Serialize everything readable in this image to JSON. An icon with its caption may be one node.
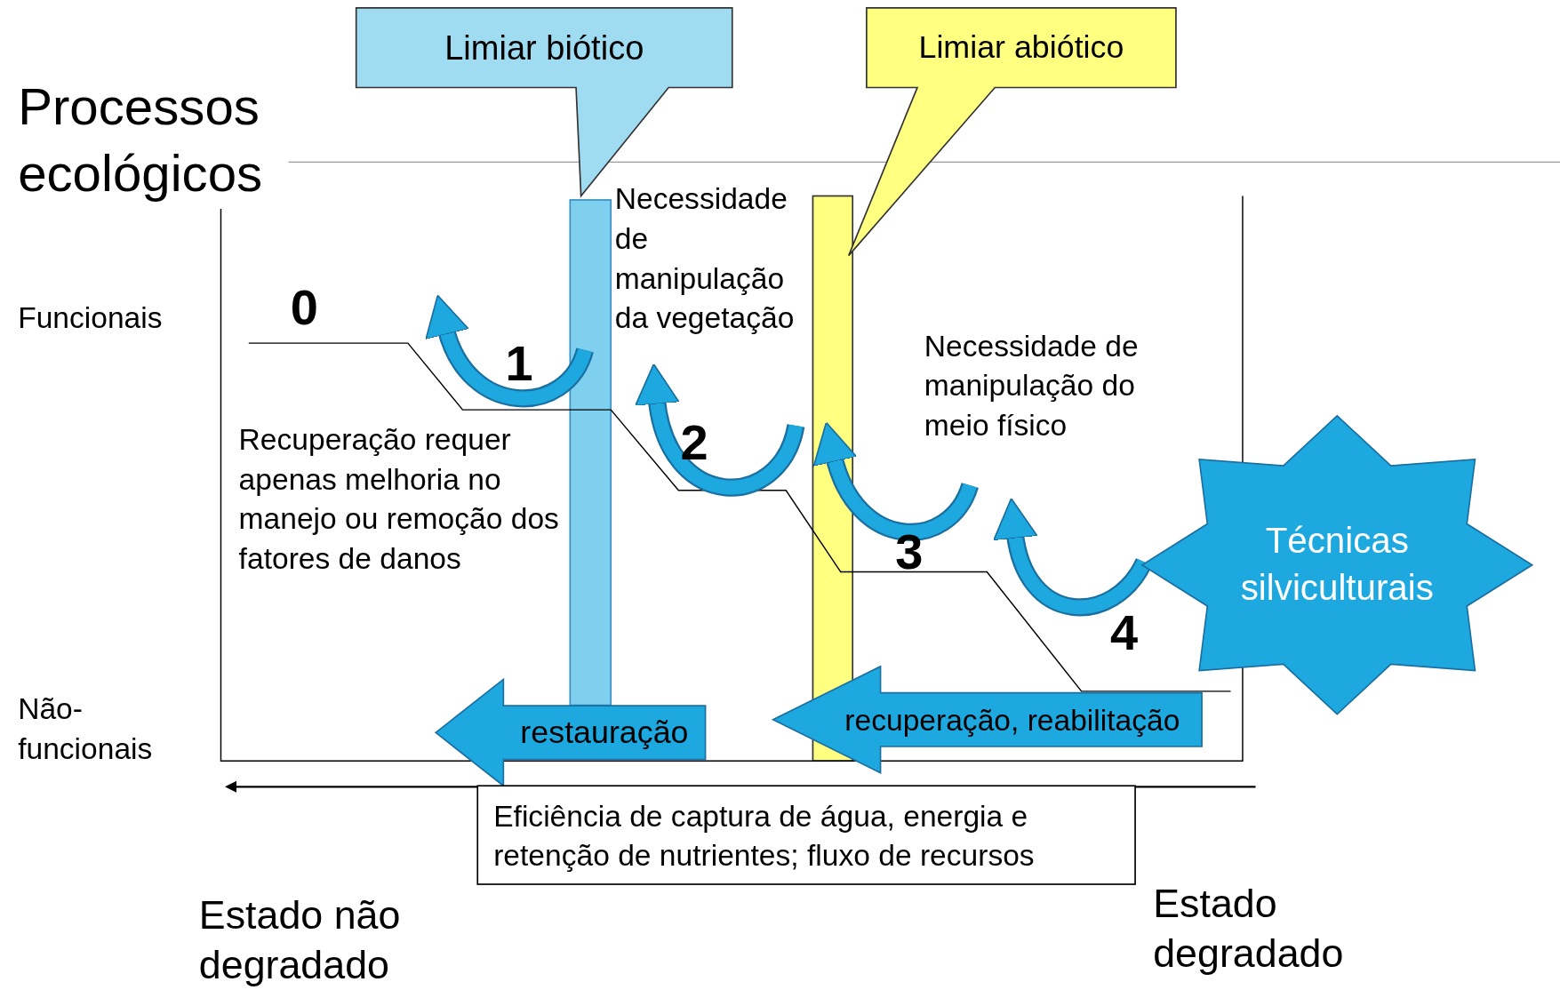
{
  "diagram": {
    "nodes": [
      {
        "text": [
          "Limiar biótico"
        ]
      },
      {
        "text": [
          "Limiar abiótico"
        ]
      },
      {
        "text": [
          "restauração"
        ]
      },
      {
        "text": [
          "recuperação, reabilitação"
        ]
      },
      {
        "text": [
          "Técnicas silviculturais"
        ]
      },
      {
        "text": [
          "Eficiência de captura de água, energia e retenção de nutrientes; fluxo de recursos"
        ]
      },
      {
        "text": [],
        "shape": "bar"
      },
      {
        "text": [],
        "shape": "bar"
      }
    ],
    "labels": [
      "Processos ecológicos",
      "Necessidade de manipulação da vegetação",
      "0",
      "Funcionais",
      "1",
      "Necessidade de manipulação do meio físico",
      "Recuperação requer apenas melhoria no manejo ou remoção dos fatores de danos",
      "2",
      "3",
      "4",
      "Não-funcionais",
      "Estado não degradado",
      "Estado degradado"
    ]
  }
}
